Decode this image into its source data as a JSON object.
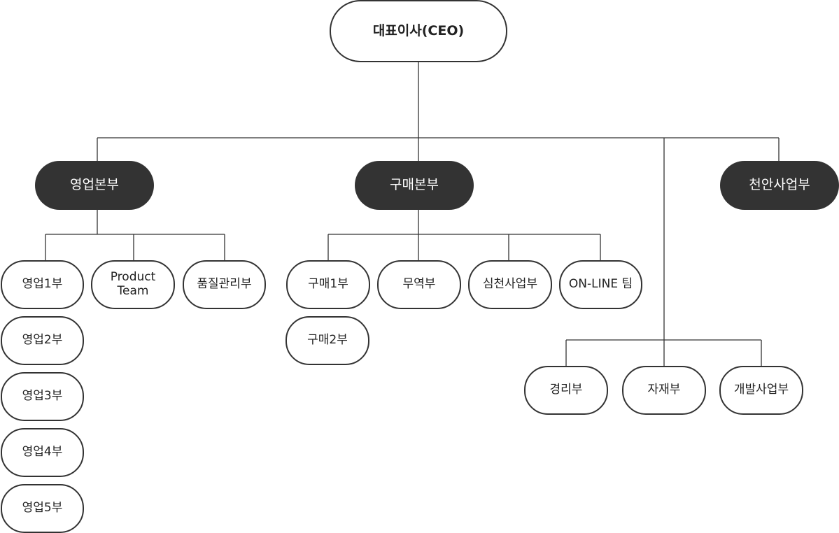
{
  "org": {
    "ceo": "대표이사(CEO)",
    "sales_hq": {
      "label": "영업본부",
      "teams": [
        "영업1부",
        "Product\nTeam",
        "품질관리부",
        "영업2부",
        "영업3부",
        "영업4부",
        "영업5부"
      ]
    },
    "purchase_hq": {
      "label": "구매본부",
      "teams": [
        "구매1부",
        "무역부",
        "심천사업부",
        "ON-LINE 팀",
        "구매2부"
      ]
    },
    "cheonan": {
      "label": "천안사업부"
    },
    "support": {
      "teams": [
        "경리부",
        "자재부",
        "개발사업부"
      ]
    }
  },
  "colors": {
    "line": "#333333",
    "division_fill": "#333333",
    "node_border": "#333333"
  }
}
